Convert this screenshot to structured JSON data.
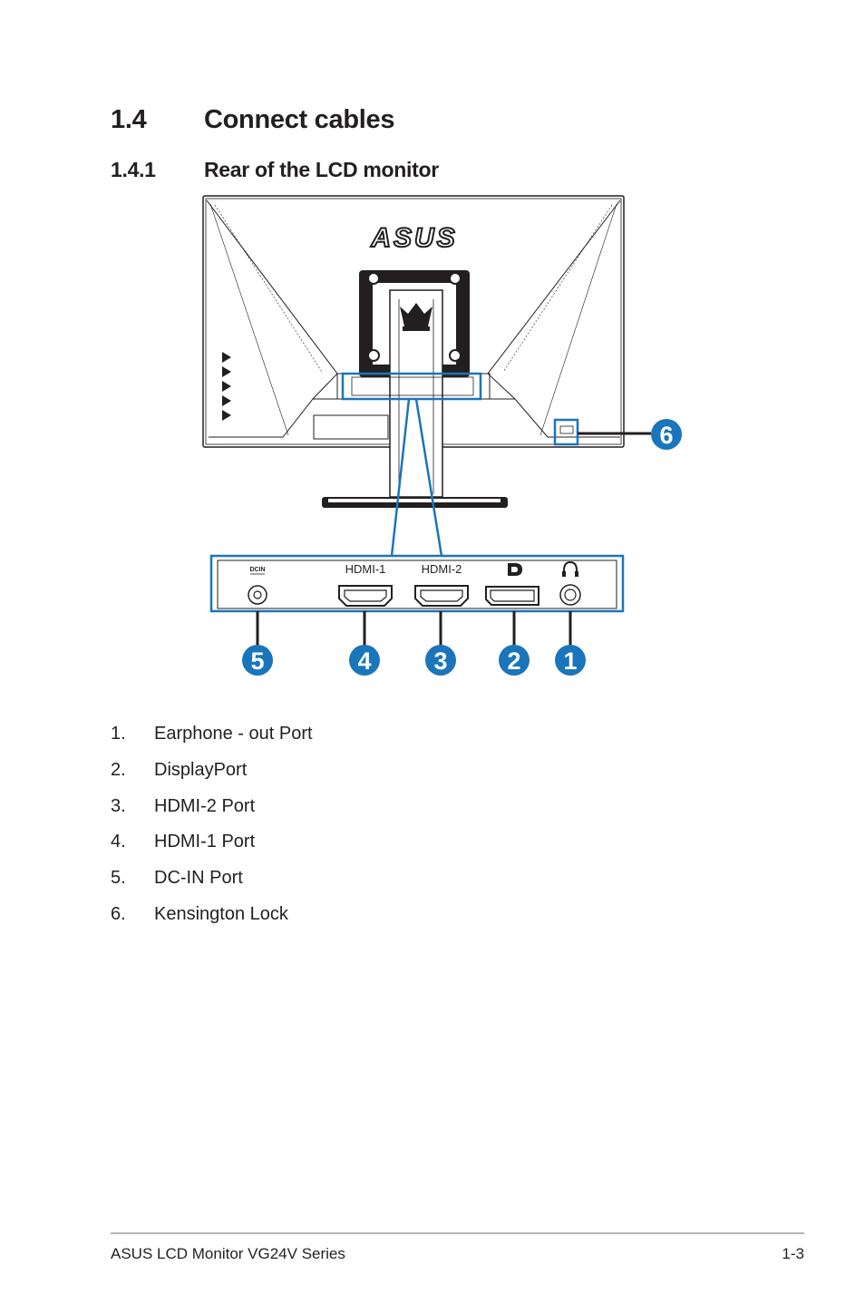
{
  "heading": {
    "number": "1.4",
    "title": "Connect cables"
  },
  "subheading": {
    "number": "1.4.1",
    "title": "Rear of the LCD monitor"
  },
  "diagram": {
    "brand": "ASUS",
    "ports": [
      {
        "callout": "5",
        "label": "DCIN",
        "icon": "dc-in-port-icon"
      },
      {
        "callout": "4",
        "label": "HDMI-1",
        "icon": "hdmi-port-icon"
      },
      {
        "callout": "3",
        "label": "HDMI-2",
        "icon": "hdmi-port-icon"
      },
      {
        "callout": "2",
        "label": "",
        "icon": "displayport-icon"
      },
      {
        "callout": "1",
        "label": "",
        "icon": "headphone-icon"
      }
    ],
    "kensington_callout": "6",
    "highlight_color": "#1b75bb"
  },
  "list": [
    {
      "num": "1.",
      "text": "Earphone - out Port"
    },
    {
      "num": "2.",
      "text": "DisplayPort"
    },
    {
      "num": "3.",
      "text": "HDMI-2 Port"
    },
    {
      "num": "4.",
      "text": "HDMI-1 Port"
    },
    {
      "num": "5.",
      "text": "DC-IN Port"
    },
    {
      "num": "6.",
      "text": "Kensington Lock"
    }
  ],
  "footer": {
    "left": "ASUS LCD Monitor VG24V Series",
    "right": "1-3"
  }
}
